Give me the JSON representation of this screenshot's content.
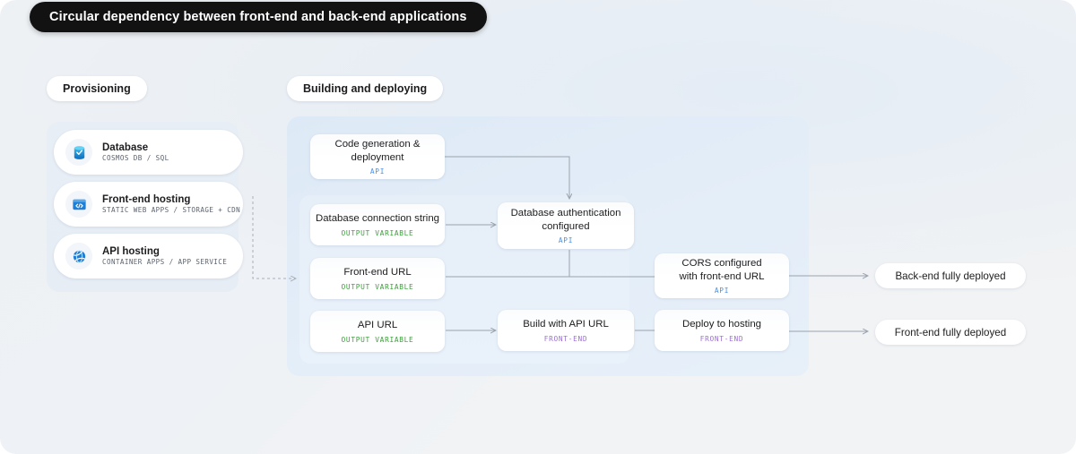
{
  "title": "Circular dependency between front-end and back-end applications",
  "sections": [
    {
      "label": "Provisioning"
    },
    {
      "label": "Building and deploying"
    }
  ],
  "provisioning": {
    "cards": [
      {
        "icon": "database-icon",
        "title": "Database",
        "subtitle": "COSMOS DB / SQL"
      },
      {
        "icon": "code-window-icon",
        "title": "Front-end hosting",
        "subtitle": "STATIC WEB APPS / STORAGE + CDN"
      },
      {
        "icon": "globe-icon",
        "title": "API hosting",
        "subtitle": "CONTAINER APPS / APP SERVICE"
      }
    ]
  },
  "flow": {
    "column1": [
      {
        "title": "Code generation &",
        "title2": "deployment",
        "tag": "API",
        "tag_type": "api"
      },
      {
        "title": "Database connection string",
        "title2": "",
        "tag": "OUTPUT VARIABLE",
        "tag_type": "out"
      },
      {
        "title": "Front-end URL",
        "title2": "",
        "tag": "OUTPUT VARIABLE",
        "tag_type": "out"
      },
      {
        "title": "API URL",
        "title2": "",
        "tag": "OUTPUT VARIABLE",
        "tag_type": "out"
      }
    ],
    "column2": [
      {
        "title": "Database authentication",
        "title2": "configured",
        "tag": "API",
        "tag_type": "api"
      },
      {
        "title": "Build with API URL",
        "title2": "",
        "tag": "FRONT-END",
        "tag_type": "fe"
      }
    ],
    "column3": [
      {
        "title": "CORS configured",
        "title2": "with front-end URL",
        "tag": "API",
        "tag_type": "api"
      },
      {
        "title": "Deploy to hosting",
        "title2": "",
        "tag": "FRONT-END",
        "tag_type": "fe"
      }
    ],
    "outcomes": [
      {
        "label": "Back-end fully deployed"
      },
      {
        "label": "Front-end fully deployed"
      }
    ]
  },
  "colors": {
    "title_bg": "#121212",
    "tag_api": "#4a90e2",
    "tag_output": "#3aa03a",
    "tag_frontend": "#9b6fd4",
    "connector": "#9aa3ad"
  }
}
